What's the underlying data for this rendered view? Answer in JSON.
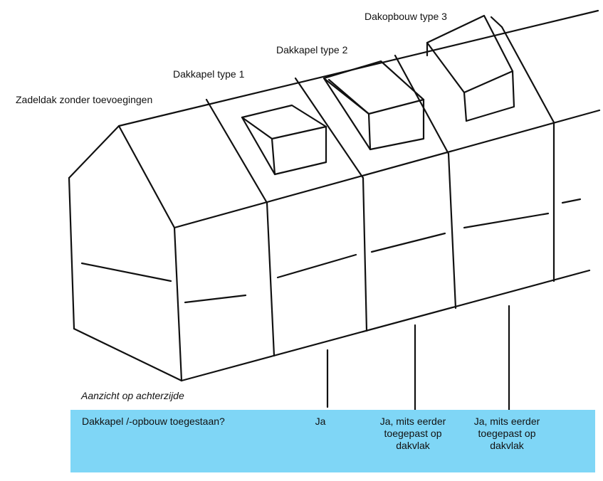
{
  "labels": {
    "zadeldak": "Zadeldak zonder toevoegingen",
    "type1": "Dakkapel type 1",
    "type2": "Dakkapel type 2",
    "type3": "Dakopbouw type 3",
    "view": "Aanzicht op achterzijde"
  },
  "table": {
    "question": "Dakkapel /-opbouw toegestaan?",
    "answers": [
      "Ja",
      "Ja, mits eerder toegepast op dakvlak",
      "Ja, mits eerder toegepast op dakvlak"
    ]
  },
  "colors": {
    "band": "#7fd6f6",
    "ink": "#111111"
  }
}
